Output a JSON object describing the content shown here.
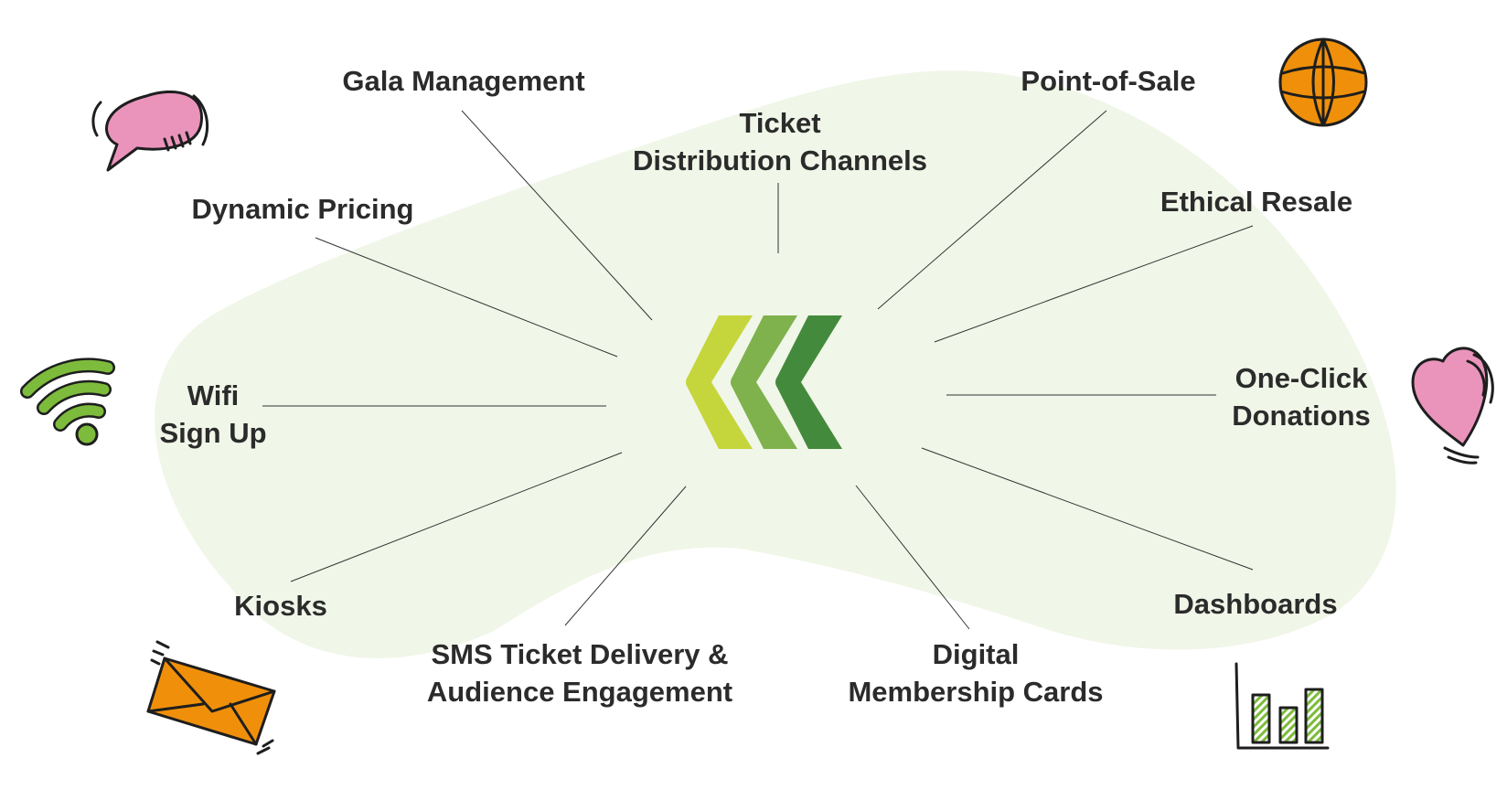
{
  "colors": {
    "blob": "#f0f6e8",
    "connector": "#333333",
    "chevron_light": "#c5d63c",
    "chevron_mid": "#7fb24d",
    "chevron_dark": "#448a3c",
    "pink": "#ea94bc",
    "orange": "#f0900a",
    "wifi_green": "#7dbb3c",
    "outline": "#1e1e1e"
  },
  "center_logo": {
    "icon": "triple-chevron-left-logo"
  },
  "features": [
    {
      "id": "gala-management",
      "lines": [
        "Gala Management"
      ]
    },
    {
      "id": "ticket-distribution-channels",
      "lines": [
        "Ticket",
        "Distribution Channels"
      ]
    },
    {
      "id": "point-of-sale",
      "lines": [
        "Point-of-Sale"
      ]
    },
    {
      "id": "dynamic-pricing",
      "lines": [
        "Dynamic Pricing"
      ]
    },
    {
      "id": "ethical-resale",
      "lines": [
        "Ethical Resale"
      ]
    },
    {
      "id": "wifi-sign-up",
      "lines": [
        "Wifi",
        "Sign Up"
      ]
    },
    {
      "id": "one-click-donations",
      "lines": [
        "One-Click",
        "Donations"
      ]
    },
    {
      "id": "kiosks",
      "lines": [
        "Kiosks"
      ]
    },
    {
      "id": "sms-ticket-delivery",
      "lines": [
        "SMS Ticket Delivery &",
        "Audience Engagement"
      ]
    },
    {
      "id": "digital-membership-cards",
      "lines": [
        "Digital",
        "Membership Cards"
      ]
    },
    {
      "id": "dashboards",
      "lines": [
        "Dashboards"
      ]
    }
  ],
  "decorations": [
    {
      "icon": "speech-bubble-icon"
    },
    {
      "icon": "globe-icon"
    },
    {
      "icon": "wifi-icon"
    },
    {
      "icon": "heart-icon"
    },
    {
      "icon": "envelope-icon"
    },
    {
      "icon": "bar-chart-icon"
    }
  ]
}
